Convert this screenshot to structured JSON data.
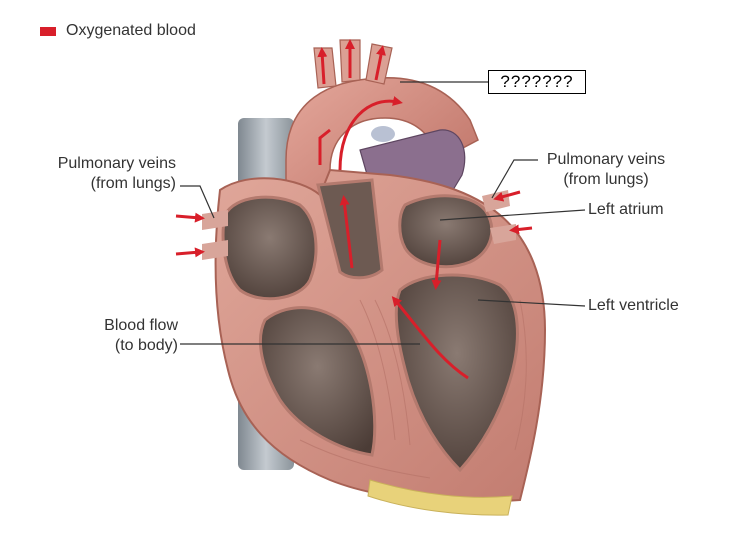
{
  "legend": {
    "label": "Oxygenated blood",
    "color": "#d81f2a"
  },
  "labels": {
    "pulmonary_veins_left_1": "Pulmonary veins",
    "pulmonary_veins_left_2": "(from lungs)",
    "pulmonary_veins_right_1": "Pulmonary veins",
    "pulmonary_veins_right_2": "(from lungs)",
    "left_atrium": "Left atrium",
    "left_ventricle": "Left ventricle",
    "blood_flow_1": "Blood flow",
    "blood_flow_2": "(to body)",
    "hidden_label": "???????"
  },
  "colors": {
    "arrow": "#d81f2a",
    "heart_muscle": "#cf8d82",
    "chamber_dark": "#5a4a44",
    "vessel_gray": "#9aa3aa",
    "aorta": "#c77d70",
    "pulmonary_artery": "#8b6f8e",
    "fat": "#e8d27a",
    "leader": "#333333"
  }
}
